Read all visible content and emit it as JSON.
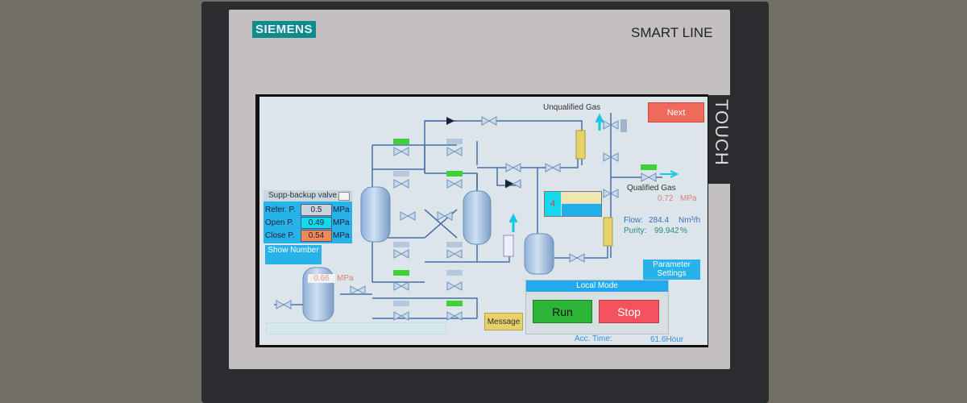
{
  "device": {
    "brand": "SIEMENS",
    "model_line": "SMART LINE",
    "touch_label": "TOUCH",
    "brand_color": "#0e8b8b"
  },
  "hmi": {
    "labels": {
      "unqualified_gas": "Unqualified Gas",
      "qualified_gas": "Qualified Gas",
      "qualified_pressure_value": "0.72",
      "qualified_pressure_unit": "MPa",
      "flow_label": "Flow:",
      "flow_value": "284.4",
      "flow_unit": "Nm³/h",
      "purity_label": "Purity:",
      "purity_value": "99.942",
      "purity_unit": "%",
      "tank_pressure_value": "0.66",
      "tank_pressure_unit": "MPa",
      "acc_time_label": "Acc. Time:",
      "acc_time_value": "61.6Hour"
    },
    "buttons": {
      "next": "Next",
      "show_number": "Show Number",
      "message": "Message",
      "parameter_settings": "Parameter Settings",
      "run": "Run",
      "stop": "Stop"
    },
    "supp_backup_valve": {
      "title": "Supp-backup valve",
      "rows": [
        {
          "label": "Refer. P.",
          "value": "0.5",
          "unit": "MPa",
          "color": "#c9d3de"
        },
        {
          "label": "Open P.",
          "value": "0.49",
          "unit": "MPa",
          "color": "#14d8ec"
        },
        {
          "label": "Close P.",
          "value": "0.54",
          "unit": "MPa",
          "color": "#f0885a"
        }
      ]
    },
    "local_mode": {
      "title": "Local Mode"
    },
    "step_indicator": {
      "value": "4"
    },
    "colors": {
      "valve_open": "#3fd238",
      "valve_closed": "#b6c8de",
      "pipe": "#4a6fa8",
      "flow_arrow": "#17c6e0",
      "run": "#2cb536",
      "stop": "#f2535e",
      "next": "#f06a5c",
      "accent": "#27b2ea"
    }
  }
}
